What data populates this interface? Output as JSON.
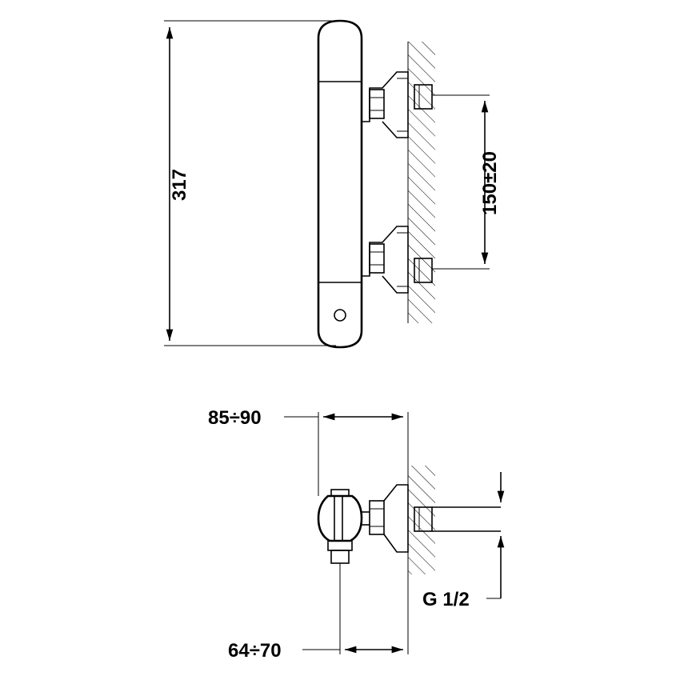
{
  "dimensions": {
    "height": "317",
    "inlet_spacing": "150±20",
    "depth_range": "85÷90",
    "outlet_offset": "64÷70",
    "thread": "G 1/2"
  },
  "colors": {
    "line": "#000000",
    "background": "#ffffff"
  }
}
